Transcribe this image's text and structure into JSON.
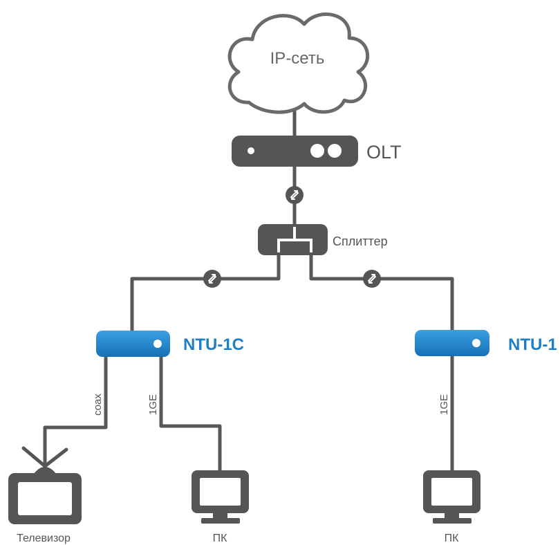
{
  "nodes": {
    "cloud": "IP-сеть",
    "olt": "OLT",
    "splitter": "Сплиттер",
    "ntu_1c": "NTU-1C",
    "ntu_1": "NTU-1",
    "tv": "Телевизор",
    "pc_left": "ПК",
    "pc_right": "ПК"
  },
  "links": {
    "coax": "coax",
    "ge_left": "1GE",
    "ge_right": "1GE"
  },
  "colors": {
    "device_gray": "#555555",
    "ntu_blue": "#1f7fc4",
    "wire": "#585858",
    "cloud_stroke": "#6a6a6a"
  }
}
